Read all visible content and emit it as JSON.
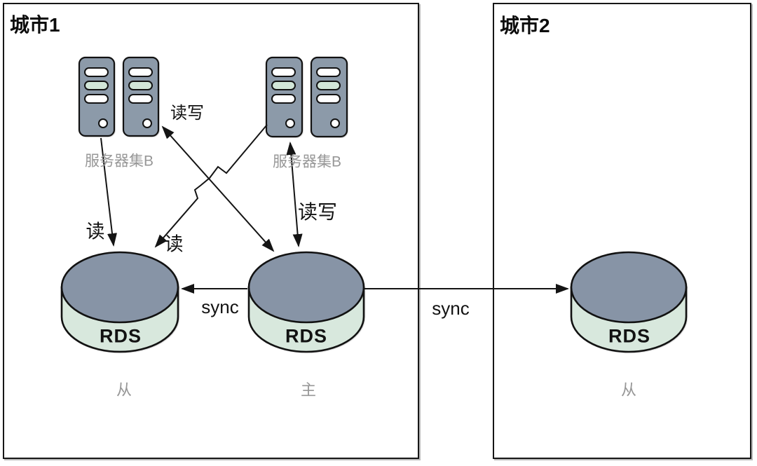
{
  "boxes": {
    "city1": {
      "title": "城市1"
    },
    "city2": {
      "title": "城市2"
    }
  },
  "clusters": [
    {
      "label": "服务器集B"
    },
    {
      "label": "服务器集B"
    }
  ],
  "databases": [
    {
      "name": "RDS",
      "role": "从"
    },
    {
      "name": "RDS",
      "role": "主"
    },
    {
      "name": "RDS",
      "role": "从"
    }
  ],
  "edges": {
    "read_left": "读",
    "read_cross": "读",
    "readwrite_diagonal": "读写",
    "readwrite_vertical": "读写",
    "sync_internal": "sync",
    "sync_cross_city": "sync"
  },
  "colors": {
    "server_fill": "#8C9AA9",
    "cylinder_top": "#8794A6",
    "cylinder_body": "#D8E8DD",
    "slot_accent": "#D2E6D8",
    "muted_text": "#979797",
    "line": "#141414"
  }
}
